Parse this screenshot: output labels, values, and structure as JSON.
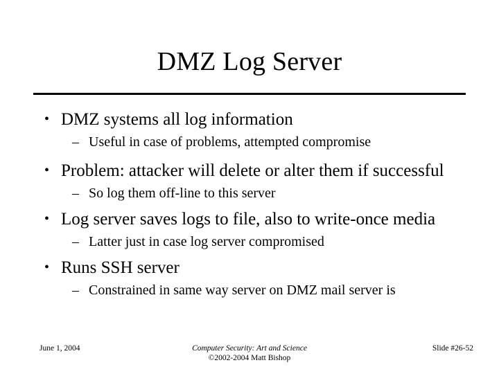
{
  "slide": {
    "title": "DMZ Log Server",
    "bullet_marker": "•",
    "dash_marker": "–",
    "content": [
      {
        "level": 1,
        "text": "DMZ systems all log information"
      },
      {
        "level": 2,
        "text": "Useful in case of problems, attempted compromise"
      },
      {
        "level": 1,
        "text": "Problem: attacker will delete or alter them if successful"
      },
      {
        "level": 2,
        "text": "So log them off-line to this server"
      },
      {
        "level": 1,
        "text": "Log server saves logs to file, also to write-once media"
      },
      {
        "level": 2,
        "text": "Latter just in case log server compromised"
      },
      {
        "level": 1,
        "text": "Runs SSH server"
      },
      {
        "level": 2,
        "text": "Constrained in same way server on DMZ mail server is"
      }
    ],
    "footer": {
      "date": "June 1, 2004",
      "book_title": "Computer Security: Art and Science",
      "copyright": "©2002-2004 Matt Bishop",
      "slide_number": "Slide #26-52"
    },
    "colors": {
      "background": "#ffffff",
      "text": "#000000",
      "rule": "#000000"
    }
  }
}
